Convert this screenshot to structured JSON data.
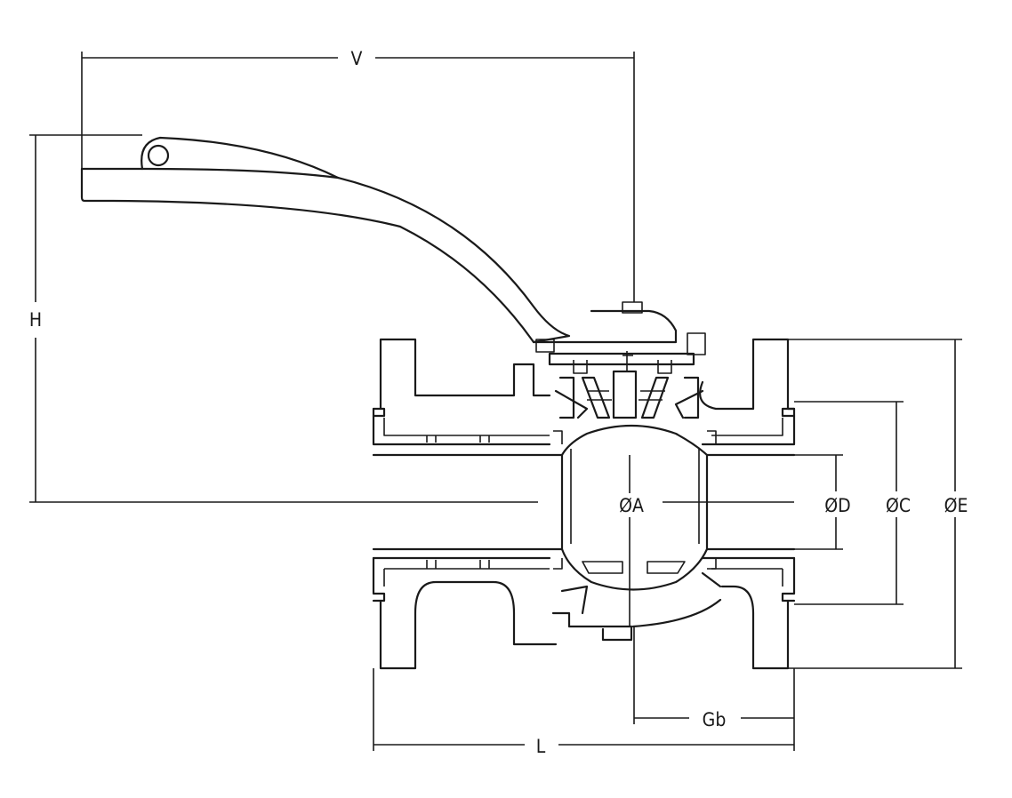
{
  "dimensions": {
    "v": "V",
    "h": "H",
    "a": "ØA",
    "d": "ØD",
    "c": "ØC",
    "e": "ØE",
    "gb": "Gb",
    "l": "L"
  },
  "colors": {
    "line": "#1a1a1a",
    "background": "#ffffff"
  }
}
